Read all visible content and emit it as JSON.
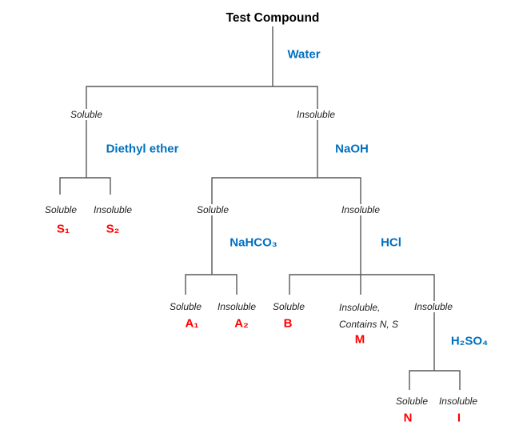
{
  "title": "Test Compound",
  "colors": {
    "line": "#595959",
    "reagent_blue": "#0070C0",
    "group_red": "#FF0000",
    "text_black": "#1F1F1F"
  },
  "nodes": {
    "water": {
      "reagent": "Water",
      "soluble": "Soluble",
      "insoluble": "Insoluble"
    },
    "ether": {
      "reagent": "Diethyl ether",
      "soluble": "Soluble",
      "insoluble": "Insoluble",
      "soluble_group": "S₁",
      "insoluble_group": "S₂"
    },
    "naoh": {
      "reagent": "NaOH",
      "soluble": "Soluble",
      "insoluble": "Insoluble"
    },
    "nahco3": {
      "reagent": "NaHCO₃",
      "soluble": "Soluble",
      "insoluble": "Insoluble",
      "soluble_group": "A₁",
      "insoluble_group": "A₂"
    },
    "hcl": {
      "reagent": "HCl",
      "soluble": "Soluble",
      "soluble_group": "B",
      "middle_line1": "Insoluble,",
      "middle_line2": "Contains N, S",
      "middle_group": "M",
      "insoluble": "Insoluble"
    },
    "h2so4": {
      "reagent": "H₂SO₄",
      "soluble": "Soluble",
      "insoluble": "Insoluble",
      "soluble_group": "N",
      "insoluble_group": "I"
    }
  }
}
